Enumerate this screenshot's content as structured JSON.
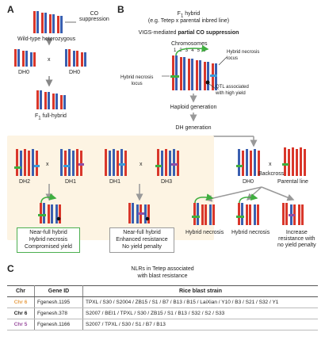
{
  "colors": {
    "red": "#d9372b",
    "blue": "#3a5fb0",
    "green": "#3fae3f",
    "purple": "#8e4fa6",
    "cyan": "#2aa0d8",
    "orange": "#f0a030",
    "chr6_orange": "#e8a04a",
    "chr5_purple": "#9b4fa0"
  },
  "panelA": {
    "letter": "A",
    "co_label_line1": "CO",
    "co_label_line2": "suppression",
    "wt_label": "Wild-type heterozygous",
    "dh_left": "DH0",
    "dh_right": "DH0",
    "cross": "x",
    "f1_label": "F",
    "f1_sub": "1",
    "f1_rest": " full-hybrid"
  },
  "panelB": {
    "letter": "B",
    "title1_pre": "F",
    "title1_sub": "1",
    "title1_post": " hybrid",
    "title2": "(e.g. Tetep x parental inbred line)",
    "title3_pre": "VIGS-mediated ",
    "title3_bold": "partial CO suppression",
    "chromosomes_label": "Chromosomes",
    "chromosome_numbers": "1 2 3 4 5 6",
    "hn_locus_right_l1": "Hybrid necrosis",
    "hn_locus_right_l2": "locus",
    "hn_locus_left_l1": "Hybrid necrosis",
    "hn_locus_left_l2": "locus",
    "qtl_l1": "QTL associated",
    "qtl_l2": "with high yield",
    "haploid": "Haploid generation",
    "dh_generation": "DH generation",
    "dh_labels": [
      "DH2",
      "DH1",
      "DH1",
      "DH3",
      "DH0"
    ],
    "cross": "x",
    "backcross": "Backcross",
    "parental_line": "Parental line",
    "box1": [
      "Near-full hybrid",
      "Hybrid necrosis",
      "Compromised yield"
    ],
    "box2": [
      "Near-full hybrid",
      "Enhanced resistance",
      "No yield penalty"
    ],
    "bc_labels": [
      "Hybrid necrosis",
      "Hybrid necrosis",
      "Increase",
      "resistance with",
      "no yield penalty"
    ]
  },
  "panelC": {
    "letter": "C",
    "title_l1": "NLRs in Tetep associated",
    "title_l2": "with blast resistance",
    "headers": [
      "Chr",
      "Gene ID",
      "Rice blast strain"
    ],
    "rows": [
      {
        "chr": "Chr 6",
        "gene": "Fgenesh.1195",
        "strains": "TPXL / S30 / S2004 / ZB15 / S1 / B7 / B13 / B15 / LaiXian / Y10 / B3 / S21 / S32 / Y1"
      },
      {
        "chr": "Chr 6",
        "gene": "Fgenesh.378",
        "strains": "S2007 / BEI1 / TPXL / S30 / ZB15 / S1 / B13 / S32 / S2 / S33"
      },
      {
        "chr": "Chr 5",
        "gene": "Fgenesh.1166",
        "strains": "S2007 / TPXL / S30 / S1 / B7 / B13"
      }
    ]
  }
}
